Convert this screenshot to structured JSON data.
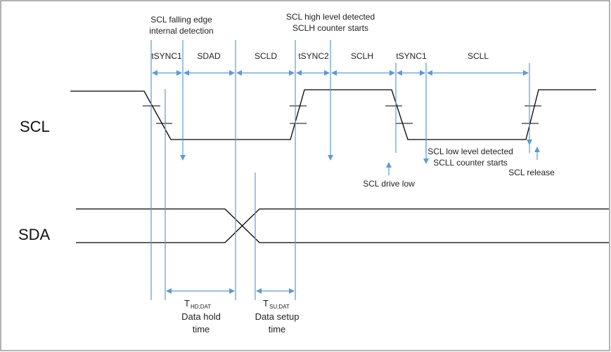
{
  "signals": {
    "scl": "SCL",
    "sda": "SDA"
  },
  "annotations": {
    "falling_edge_1": "SCL falling edge",
    "falling_edge_2": "internal detection",
    "high_level_1": "SCL high level detected",
    "high_level_2": "SCLH counter starts",
    "low_level_1": "SCL low level detected",
    "low_level_2": "SCLL counter starts",
    "drive_low": "SCL drive low",
    "release": "SCL release"
  },
  "intervals": {
    "tsync1_a": "tSYNC1",
    "sdad": "SDAD",
    "scld": "SCLD",
    "tsync2": "tSYNC2",
    "sclh": "SCLH",
    "tsync1_b": "tSYNC1",
    "scll": "SCLL"
  },
  "timing": {
    "hold_symbol": "T",
    "hold_sub": "HD;DAT",
    "hold_line1": "Data hold",
    "hold_line2": "time",
    "setup_symbol": "T",
    "setup_sub": "SU;DAT",
    "setup_line1": "Data setup",
    "setup_line2": "time"
  },
  "colors": {
    "marker": "#5b9bd5",
    "signal": "#000000",
    "border": "#808080"
  }
}
